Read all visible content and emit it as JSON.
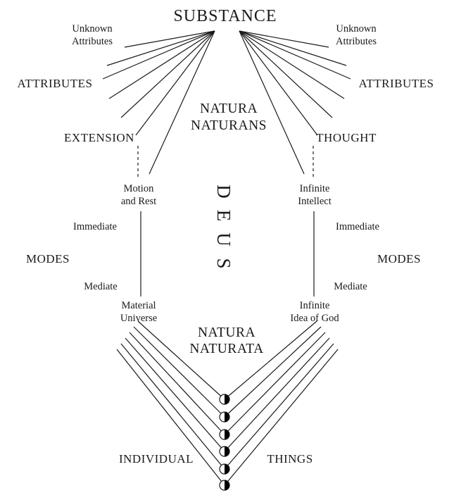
{
  "diagram": {
    "substance": "SUBSTANCE",
    "natura_naturans": {
      "line1": "NATURA",
      "line2": "NATURANS"
    },
    "natura_naturata": {
      "line1": "NATURA",
      "line2": "NATURATA"
    },
    "deus": [
      "D",
      "E",
      "U",
      "S"
    ],
    "left": {
      "unknown": {
        "line1": "Unknown",
        "line2": "Attributes"
      },
      "attributes": "ATTRIBUTES",
      "extension": "EXTENSION",
      "mode_node_top": {
        "line1": "Motion",
        "line2": "and Rest"
      },
      "immediate": "Immediate",
      "modes": "MODES",
      "mediate": "Mediate",
      "mode_node_bottom": {
        "line1": "Material",
        "line2": "Universe"
      }
    },
    "right": {
      "unknown": {
        "line1": "Unknown",
        "line2": "Attributes"
      },
      "attributes": "ATTRIBUTES",
      "thought": "THOUGHT",
      "mode_node_top": {
        "line1": "Infinite",
        "line2": "Intellect"
      },
      "immediate": "Immediate",
      "modes": "MODES",
      "mediate": "Mediate",
      "mode_node_bottom": {
        "line1": "Infinite",
        "line2": "Idea of God"
      }
    },
    "individual": "INDIVIDUAL",
    "things": "THINGS",
    "colors": {
      "ink": "#1a1a1a",
      "background": "#ffffff"
    }
  }
}
